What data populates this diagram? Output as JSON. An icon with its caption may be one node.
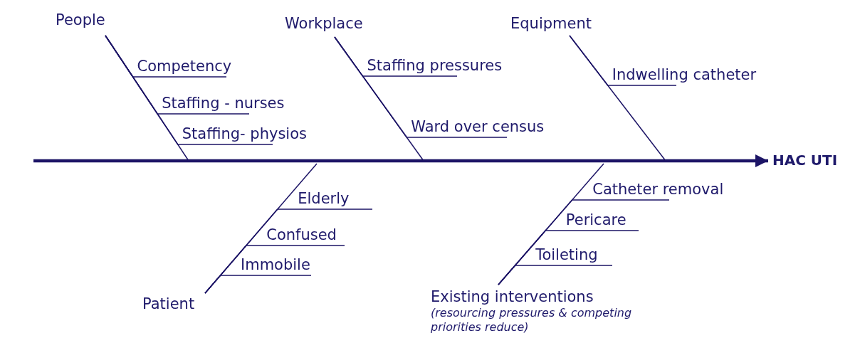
{
  "diagram": {
    "nodes": [
      {
        "text": [
          "HAC UTI"
        ]
      },
      {
        "text": [
          "People"
        ]
      },
      {
        "text": [
          "Competency"
        ]
      },
      {
        "text": [
          "Staffing - nurses"
        ]
      },
      {
        "text": [
          "Staffing- physios"
        ]
      },
      {
        "text": [
          "Workplace"
        ]
      },
      {
        "text": [
          "Staffing pressures"
        ]
      },
      {
        "text": [
          "Ward over census"
        ]
      },
      {
        "text": [
          "Equipment"
        ]
      },
      {
        "text": [
          "Indwelling catheter"
        ]
      },
      {
        "text": [
          "Patient"
        ]
      },
      {
        "text": [
          "Elderly"
        ]
      },
      {
        "text": [
          "Confused"
        ]
      },
      {
        "text": [
          "Immobile"
        ]
      },
      {
        "text": [
          "Existing interventions",
          "(resourcing pressures & competing priorities reduce)"
        ]
      },
      {
        "text": [
          "Catheter removal"
        ]
      },
      {
        "text": [
          "Pericare"
        ]
      },
      {
        "text": [
          "Toileting"
        ]
      }
    ],
    "edges": [
      {
        "from": null,
        "to": 0,
        "arrow": "to",
        "style": "thick"
      },
      {
        "from": 1,
        "to": null,
        "arrow": "none"
      },
      {
        "from": 2,
        "to": 1,
        "arrow": "none"
      },
      {
        "from": 3,
        "to": 1,
        "arrow": "none"
      },
      {
        "from": 4,
        "to": 1,
        "arrow": "none"
      },
      {
        "from": 5,
        "to": null,
        "arrow": "none"
      },
      {
        "from": 6,
        "to": 5,
        "arrow": "none"
      },
      {
        "from": 7,
        "to": 5,
        "arrow": "none"
      },
      {
        "from": 8,
        "to": null,
        "arrow": "none"
      },
      {
        "from": 9,
        "to": 8,
        "arrow": "none"
      },
      {
        "from": 10,
        "to": null,
        "arrow": "none"
      },
      {
        "from": 11,
        "to": 10,
        "arrow": "none"
      },
      {
        "from": 12,
        "to": 10,
        "arrow": "none"
      },
      {
        "from": 13,
        "to": 10,
        "arrow": "none"
      },
      {
        "from": 14,
        "to": null,
        "arrow": "none"
      },
      {
        "from": 15,
        "to": 14,
        "arrow": "none"
      },
      {
        "from": 16,
        "to": 14,
        "arrow": "none"
      },
      {
        "from": 17,
        "to": 14,
        "arrow": "none"
      }
    ]
  }
}
